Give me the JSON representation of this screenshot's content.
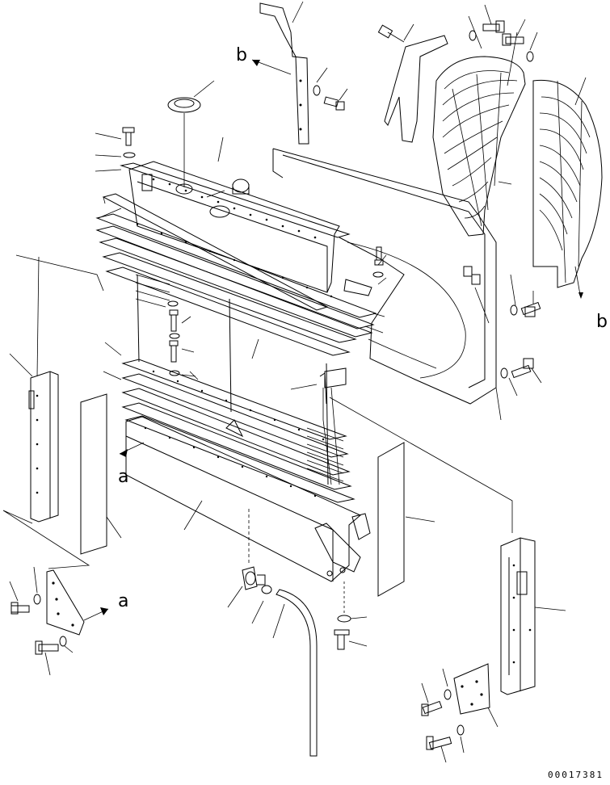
{
  "callouts": {
    "b_top": "b",
    "b_right": "b",
    "a_left": "a",
    "a_bottom": "a"
  },
  "drawing_code": "00017381"
}
